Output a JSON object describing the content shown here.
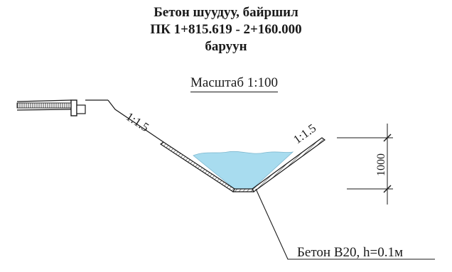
{
  "title": {
    "line1": "Бетон шуудуу, байршил",
    "line2": "ПК 1+815.619 - 2+160.000",
    "line3": "баруун"
  },
  "scale_label": "Масштаб 1:100",
  "slopes": {
    "left": "1:1.5",
    "right": "1:1.5"
  },
  "dimension": {
    "depth_label": "1000"
  },
  "material_label": "Бетон В20, h=0.1м",
  "colors": {
    "water": "#a8dcef",
    "line": "#1a1a1a",
    "concrete_hatch": "#555555"
  }
}
